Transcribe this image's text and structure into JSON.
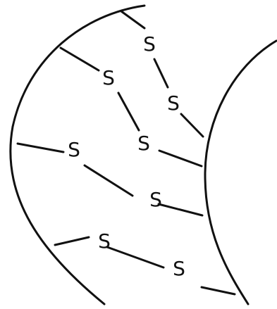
{
  "labels": {
    "s1": "S",
    "s2": "S",
    "s3": "S",
    "s4": "S",
    "s5": "S",
    "s6": "S",
    "s7": "S",
    "s8": "S"
  },
  "style": {
    "line_color": "#111111",
    "background": "#ffffff"
  }
}
